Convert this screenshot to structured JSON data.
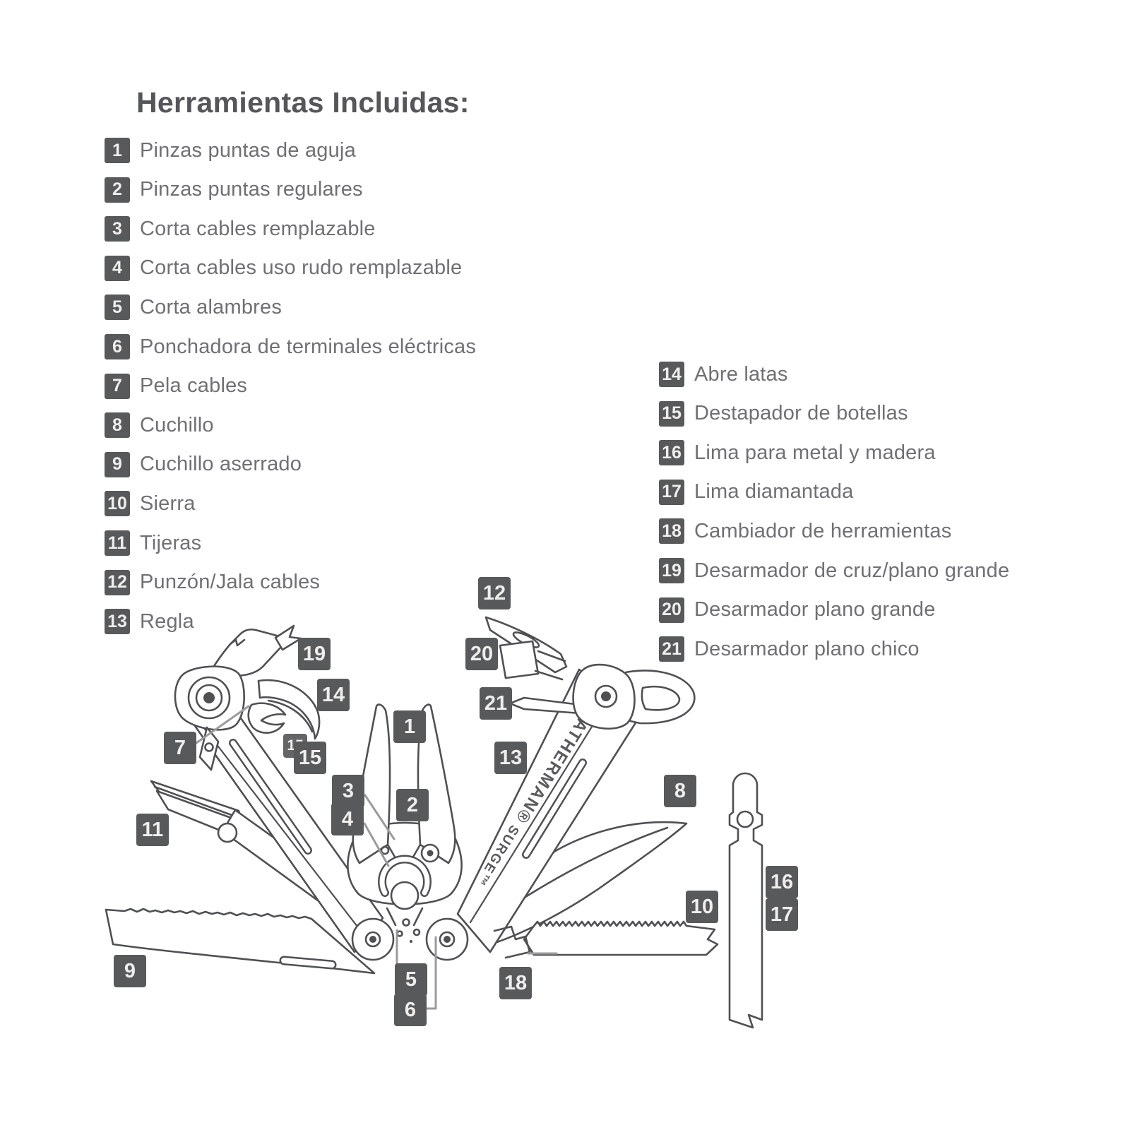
{
  "title": "Herramientas Incluidas:",
  "tools_left": [
    {
      "num": "1",
      "label": "Pinzas puntas de aguja"
    },
    {
      "num": "2",
      "label": "Pinzas puntas regulares"
    },
    {
      "num": "3",
      "label": "Corta cables remplazable"
    },
    {
      "num": "4",
      "label": "Corta cables uso rudo remplazable"
    },
    {
      "num": "5",
      "label": "Corta alambres"
    },
    {
      "num": "6",
      "label": "Ponchadora de terminales eléctricas"
    },
    {
      "num": "7",
      "label": "Pela cables"
    },
    {
      "num": "8",
      "label": "Cuchillo"
    },
    {
      "num": "9",
      "label": "Cuchillo aserrado"
    },
    {
      "num": "10",
      "label": "Sierra"
    },
    {
      "num": "11",
      "label": "Tijeras"
    },
    {
      "num": "12",
      "label": "Punzón/Jala cables"
    },
    {
      "num": "13",
      "label": "Regla"
    }
  ],
  "tools_right": [
    {
      "num": "14",
      "label": "Abre latas"
    },
    {
      "num": "15",
      "label": "Destapador de botellas"
    },
    {
      "num": "16",
      "label": "Lima para metal y madera"
    },
    {
      "num": "17",
      "label": "Lima diamantada"
    },
    {
      "num": "18",
      "label": "Cambiador de herramientas"
    },
    {
      "num": "19",
      "label": "Desarmador de cruz/plano grande"
    },
    {
      "num": "20",
      "label": "Desarmador plano grande"
    },
    {
      "num": "21",
      "label": "Desarmador plano chico"
    }
  ],
  "brand": {
    "name": "LEATHERMAN®",
    "model": " SURGE™"
  },
  "callouts": [
    {
      "id": "c19",
      "num": "19"
    },
    {
      "id": "c14",
      "num": "14"
    },
    {
      "id": "c7",
      "num": "7"
    },
    {
      "id": "c15-ghost",
      "num": "15"
    },
    {
      "id": "c15",
      "num": "15"
    },
    {
      "id": "c11",
      "num": "11"
    },
    {
      "id": "c1",
      "num": "1"
    },
    {
      "id": "c2",
      "num": "2"
    },
    {
      "id": "c3",
      "num": "3"
    },
    {
      "id": "c4",
      "num": "4"
    },
    {
      "id": "c12",
      "num": "12"
    },
    {
      "id": "c20",
      "num": "20"
    },
    {
      "id": "c21",
      "num": "21"
    },
    {
      "id": "c13",
      "num": "13"
    },
    {
      "id": "c8",
      "num": "8"
    },
    {
      "id": "c9",
      "num": "9"
    },
    {
      "id": "c5",
      "num": "5"
    },
    {
      "id": "c6",
      "num": "6"
    },
    {
      "id": "c18",
      "num": "18"
    },
    {
      "id": "c10",
      "num": "10"
    },
    {
      "id": "c16",
      "num": "16"
    },
    {
      "id": "c17",
      "num": "17"
    }
  ],
  "colors": {
    "badge_background": "#58595b",
    "badge_text": "#efeeec",
    "title_text": "#55565a",
    "list_text": "#6f7073",
    "line_art": "#4f5052",
    "leader_line": "#9a9b9d",
    "background": "#ffffff"
  }
}
